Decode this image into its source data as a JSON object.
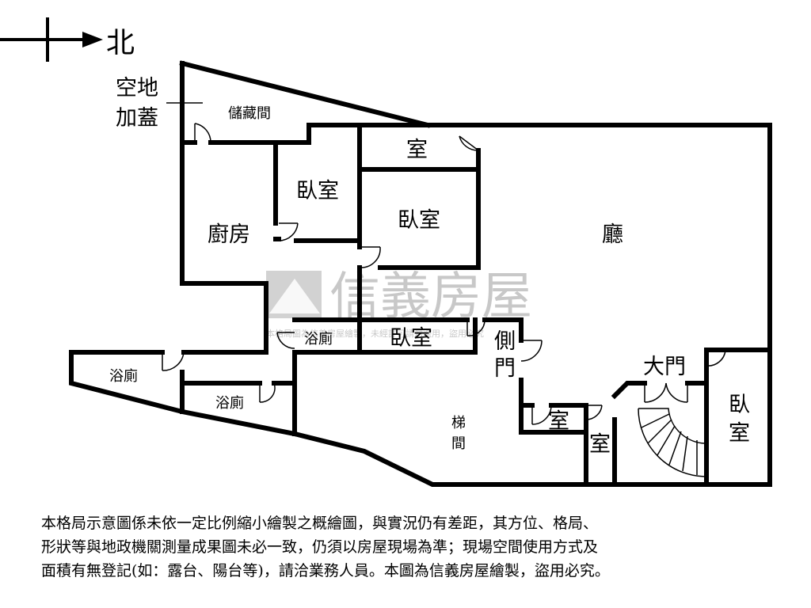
{
  "compass": {
    "label": "北"
  },
  "annex_label": [
    "空地",
    "加蓋"
  ],
  "rooms": {
    "storage": "儲藏間",
    "room_top": "室",
    "bedroom_a": "臥室",
    "bedroom_b": "臥室",
    "kitchen": "廚房",
    "living": "廳",
    "bath_small": "浴廁",
    "bedroom_c": "臥室",
    "side_door": [
      "側",
      "門"
    ],
    "main_door": "大門",
    "bath_left": "浴廁",
    "bath_mid": "浴廁",
    "stairs": [
      "梯",
      "間"
    ],
    "room_small1": "室",
    "room_small2": "室",
    "bedroom_right": [
      "臥",
      "室"
    ]
  },
  "watermark": {
    "brand": "信義房屋",
    "fine_print": "本格局圖為信義房屋繪製，未經許可請勿盜用，盜用必究"
  },
  "notes": [
    "本格局示意圖係未依一定比例縮小繪製之概繪圖，與實況仍有差距，其方位、格局、",
    "形狀等與地政機關測量成果圖未必一致，仍須以房屋現場為準；現場空間使用方式及",
    "面積有無登記(如：露台、陽台等)，請洽業務人員。本圖為信義房屋繪製，盜用必究。"
  ]
}
